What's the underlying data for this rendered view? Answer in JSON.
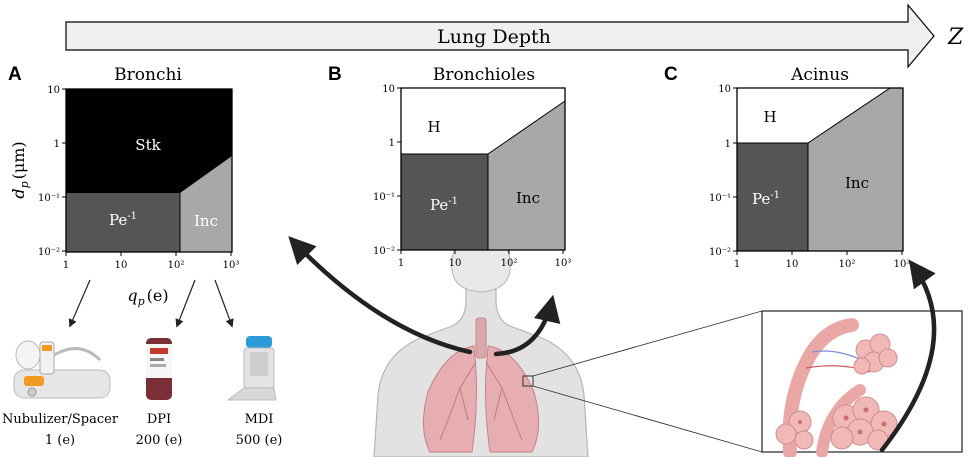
{
  "header": {
    "arrow_label": "Lung Depth",
    "axis_symbol": "Z"
  },
  "colors": {
    "stk_region": "#000000",
    "pe_region": "#555555",
    "inc_region": "#a8a8a8",
    "h_region": "#ffffff",
    "header_arrow_fill": "#f0f0f0",
    "lung_pink": "#e8a5a8",
    "body_grey": "#e2e2e2"
  },
  "ticks": {
    "x": [
      "1",
      "10",
      "10²",
      "10³"
    ],
    "y": [
      "10",
      "1",
      "10⁻¹",
      "10⁻²"
    ]
  },
  "panels": [
    {
      "letter": "A",
      "title": "Bronchi",
      "ylabel_main": "d",
      "ylabel_sub": "p",
      "ylabel_unit": "(μm)",
      "xlabel_main": "q",
      "xlabel_sub": "p",
      "xlabel_unit": "(e)",
      "regions": [
        {
          "label": "Stk",
          "color": "stk"
        },
        {
          "label": "Pe",
          "sup": "-1",
          "color": "pe"
        },
        {
          "label": "Inc",
          "color": "inc"
        }
      ]
    },
    {
      "letter": "B",
      "title": "Bronchioles",
      "regions": [
        {
          "label": "H",
          "color": "h"
        },
        {
          "label": "Pe",
          "sup": "-1",
          "color": "pe"
        },
        {
          "label": "Inc",
          "color": "inc"
        }
      ]
    },
    {
      "letter": "C",
      "title": "Acinus",
      "regions": [
        {
          "label": "H",
          "color": "h"
        },
        {
          "label": "Pe",
          "sup": "-1",
          "color": "pe"
        },
        {
          "label": "Inc",
          "color": "inc"
        }
      ]
    }
  ],
  "devices": [
    {
      "name": "Nubulizer/Spacer",
      "charge": "1 (e)",
      "icon": "nebulizer-icon"
    },
    {
      "name": "DPI",
      "charge": "200 (e)",
      "icon": "dpi-inhaler-icon"
    },
    {
      "name": "MDI",
      "charge": "500 (e)",
      "icon": "mdi-inhaler-icon"
    }
  ]
}
